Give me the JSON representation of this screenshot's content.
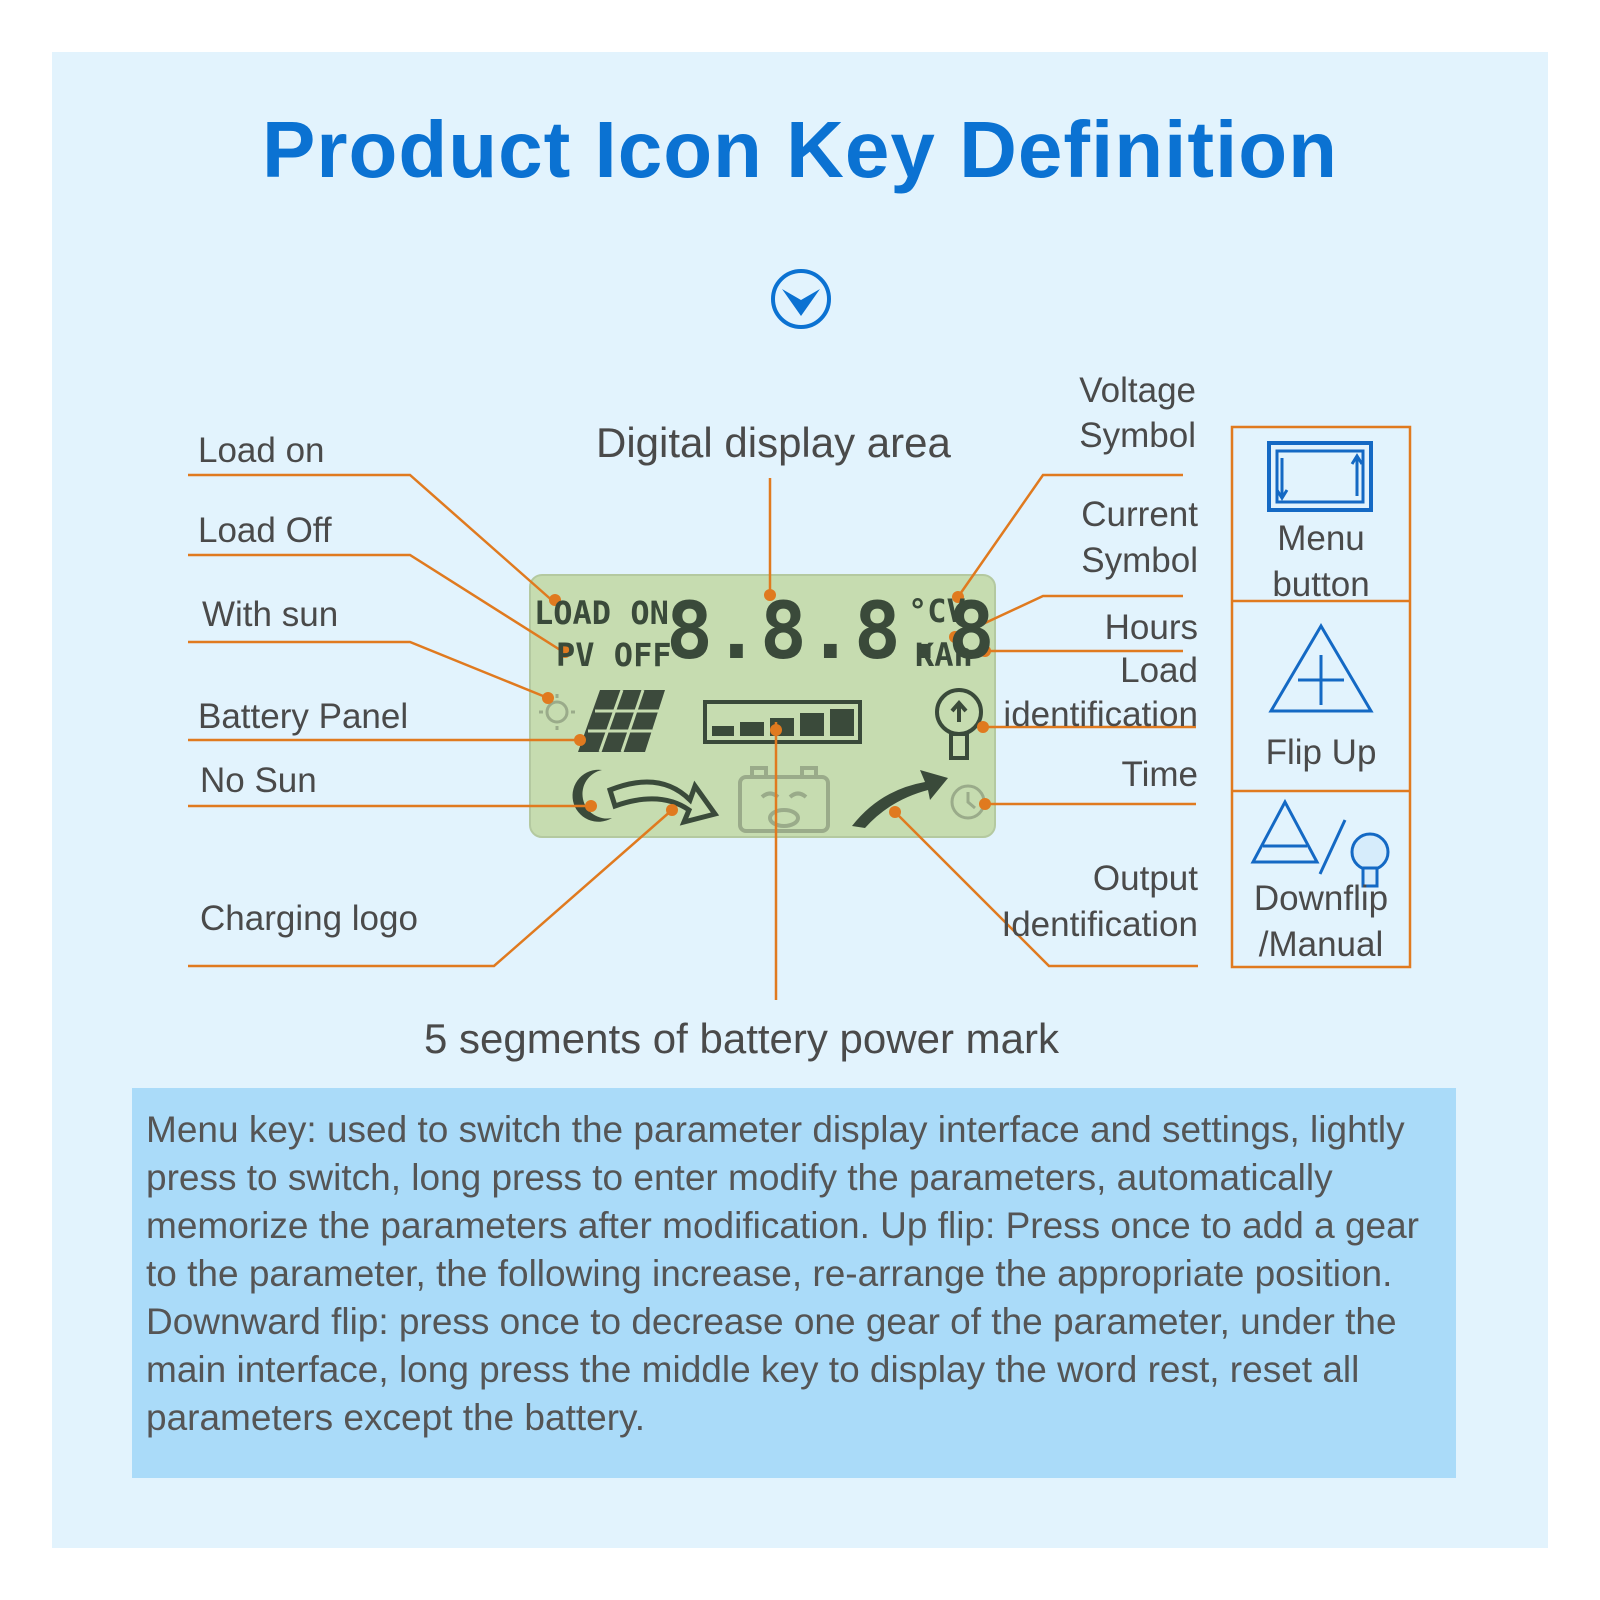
{
  "title": "Product Icon Key Definition",
  "callouts": {
    "digital_display_area": "Digital display area",
    "load_on": "Load on",
    "load_off": "Load Off",
    "with_sun": "With sun",
    "battery_panel": "Battery Panel",
    "no_sun": "No Sun",
    "charging_logo": "Charging logo",
    "voltage_symbol_1": "Voltage",
    "voltage_symbol_2": "Symbol",
    "current_symbol_1": "Current",
    "current_symbol_2": "Symbol",
    "hours": "Hours",
    "load_identification_1": "Load",
    "load_identification_2": "identification",
    "time": "Time",
    "output_identification_1": "Output",
    "output_identification_2": "Identification",
    "battery_segments": "5 segments of battery power mark"
  },
  "buttons": {
    "menu_1": "Menu",
    "menu_2": "button",
    "flip_up": "Flip Up",
    "downflip_1": "Downflip",
    "downflip_2": "/Manual"
  },
  "lcd": {
    "load_on": "LOAD ON",
    "pv_off": "PV OFF",
    "digits": "8.8.8.8",
    "unit_top": "°CV",
    "unit_bottom": "KAh"
  },
  "description": "Menu key: used to switch the parameter display interface and settings, lightly press to switch, long press to enter modify the parameters, automatically memorize the parameters after modification. Up flip: Press once to add a gear to the parameter, the following increase, re-arrange the appropriate position. Downward flip: press once to decrease one gear of the parameter, under the main interface, long press the middle key to display the word rest, reset all parameters except the battery.",
  "colors": {
    "title": "#0b72d2",
    "panel_bg": "#e2f3fd",
    "desc_bg": "#aadbf9",
    "leader_line": "#e07a1f",
    "lcd_bg": "#c6dcb0",
    "lcd_ink": "#3a4a3a"
  }
}
